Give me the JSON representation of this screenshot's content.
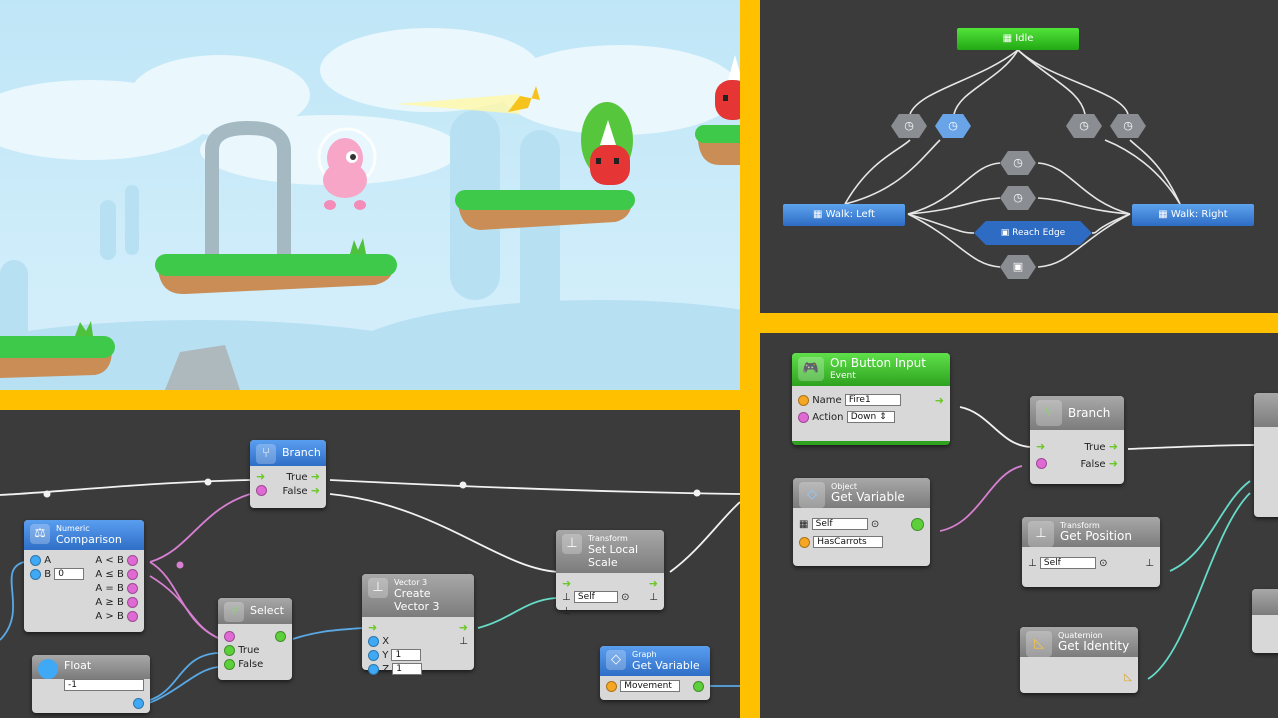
{
  "colors": {
    "frame": "#ffc000",
    "canvas": "#3b3b3b",
    "accent_green": "#5ccf3b",
    "accent_blue": "#3fa9f5",
    "pink": "#e06ad3"
  },
  "fsm": {
    "idle": "Idle",
    "walk_left": "Walk: Left",
    "walk_right": "Walk: Right",
    "reach_edge": "Reach Edge",
    "state_icon": "box-icon",
    "transition_icon": "clock-icon"
  },
  "graph_left": {
    "branch": {
      "title": "Branch",
      "true_label": "True",
      "false_label": "False",
      "icon": "branch-icon"
    },
    "comparison": {
      "category": "Numeric",
      "title": "Comparison",
      "a_label": "A",
      "b_label": "B",
      "b_value": "0",
      "outputs": [
        "A < B",
        "A ≤ B",
        "A = B",
        "A ≥ B",
        "A > B"
      ],
      "icon": "scale-icon"
    },
    "float": {
      "title": "Float",
      "value": "-1",
      "icon": "circle-icon"
    },
    "select": {
      "title": "Select",
      "true_label": "True",
      "false_label": "False",
      "icon": "branch-icon"
    },
    "vector3": {
      "category": "Vector 3",
      "title": "Create Vector 3",
      "x_label": "X",
      "y_label": "Y",
      "z_label": "Z",
      "y_value": "1",
      "z_value": "1",
      "icon": "axes-icon"
    },
    "set_scale": {
      "category": "Transform",
      "title": "Set Local Scale",
      "target_value": "Self",
      "icon": "axes-icon"
    },
    "graph_var": {
      "category": "Graph",
      "title": "Get Variable",
      "value": "Movement",
      "icon": "variable-icon"
    }
  },
  "graph_right": {
    "button_input": {
      "title": "On Button Input",
      "category": "Event",
      "name_label": "Name",
      "name_value": "Fire1",
      "action_label": "Action",
      "action_value": "Down",
      "icon": "gamepad-icon"
    },
    "branch": {
      "title": "Branch",
      "true_label": "True",
      "false_label": "False",
      "icon": "branch-icon"
    },
    "object_var": {
      "category": "Object",
      "title": "Get Variable",
      "target_value": "Self",
      "var_value": "HasCarrots",
      "icon": "variable-icon"
    },
    "get_position": {
      "category": "Transform",
      "title": "Get Position",
      "target_value": "Self",
      "icon": "axes-icon"
    },
    "identity": {
      "category": "Quaternion",
      "title": "Get Identity",
      "icon": "protractor-icon"
    }
  }
}
